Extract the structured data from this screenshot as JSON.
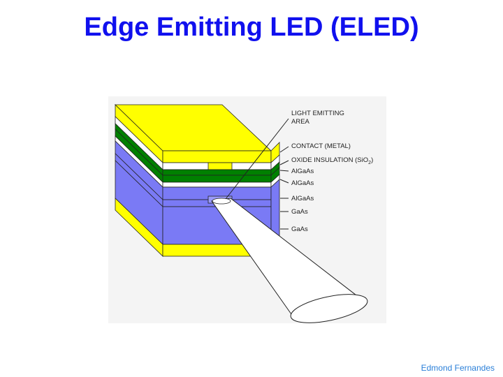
{
  "slide": {
    "title": "Edge Emitting LED (ELED)",
    "footer": "Edmond Fernandes"
  },
  "diagram": {
    "labels": {
      "light_emitting": "LIGHT EMITTING",
      "area": "AREA",
      "contact": "CONTACT (METAL)",
      "oxide": "OXIDE INSULATION (SiO",
      "oxide_sub": "2",
      "oxide_close": ")",
      "algaas_1": "AlGaAs",
      "algaas_2": "AlGaAs",
      "algaas_3": "AlGaAs",
      "gaas_1": "GaAs",
      "gaas_2": "GaAs"
    },
    "colors": {
      "contact_metal": "#ffff00",
      "algaas_green": "#008000",
      "gaas_blue": "#7a7af5",
      "blue_dark": "#6060e8",
      "title_blue": "#1010ee",
      "footer_blue": "#2a7fd8"
    }
  }
}
